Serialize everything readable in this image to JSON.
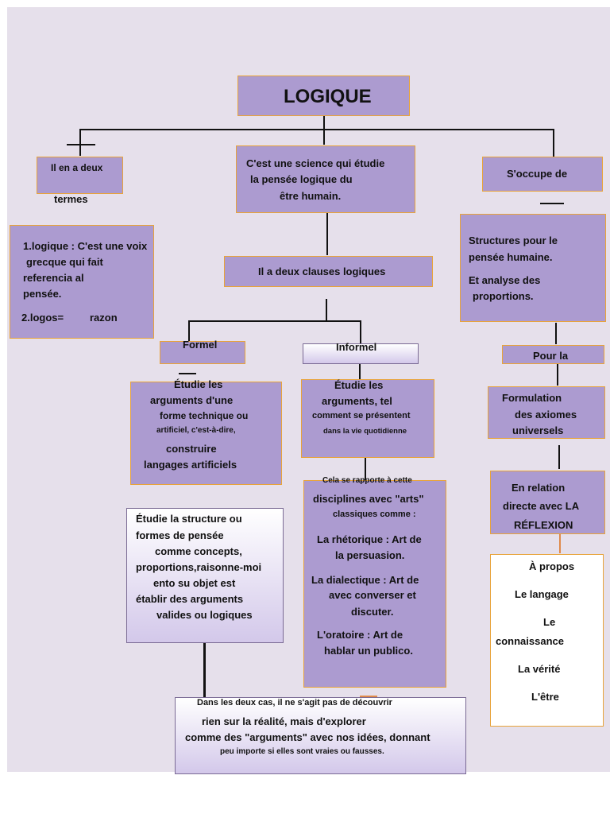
{
  "diagram": {
    "root": {
      "title": "LOGIQUE"
    },
    "left": {
      "header": [
        "Il en a deux",
        "termes"
      ],
      "terms": [
        "1.logique : C'est une voix",
        "grecque qui fait",
        "referencia al",
        "pensée.",
        "2.logos=",
        "razon"
      ]
    },
    "center": {
      "definition": [
        "C'est une science qui étudie",
        "la pensée logique du",
        "être humain."
      ],
      "clauses": "Il a deux clauses logiques",
      "formel": {
        "label": "Formel",
        "desc": [
          "Étudie les",
          "arguments d'une",
          "forme technique ou",
          "artificiel, c'est-à-dire,",
          "construire",
          "langages artificiels"
        ],
        "structure": [
          "Étudie la structure ou",
          "formes de pensée",
          "comme concepts,",
          "proportions,raisonne-moi",
          "ento su objet est",
          "établir des arguments",
          "valides ou logiques"
        ]
      },
      "informel": {
        "label": "Informel",
        "desc": [
          "Étudie les",
          "arguments, tel",
          "comment se présentent",
          "dans la vie quotidienne"
        ],
        "arts": [
          "Cela se rapporte à cette",
          "disciplines avec \"arts\"",
          "classiques comme :",
          "La rhétorique : Art de",
          "la persuasion.",
          "La dialectique : Art de",
          "avec converser et",
          "discuter.",
          "L'oratoire : Art de",
          "hablar un publico."
        ]
      },
      "conclusion": [
        "Dans les deux cas, il ne s'agit pas de découvrir",
        "rien sur la réalité, mais d'explorer",
        "comme des \"arguments\" avec nos idées, donnant",
        "peu importe si elles sont vraies ou fausses."
      ]
    },
    "right": {
      "header": "S'occupe de",
      "structures": [
        "Structures pour le",
        "pensée humaine.",
        "Et analyse des",
        "proportions."
      ],
      "pour_la": "Pour la",
      "formulation": [
        "Formulation",
        "des axiomes",
        "universels"
      ],
      "relation": [
        "En relation",
        "directe avec LA",
        "RÉFLEXION"
      ],
      "topics": [
        "À propos",
        "Le langage",
        "Le",
        "connaissance",
        "La vérité",
        "L'être"
      ]
    }
  }
}
